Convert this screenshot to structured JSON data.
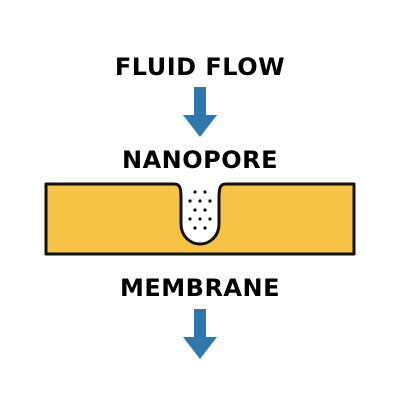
{
  "labels": {
    "fluid_flow": "FLUID FLOW",
    "nanopore": "NANOPORE",
    "membrane": "MEMBRANE"
  },
  "colors": {
    "text": "#111111",
    "arrow": "#2f77ad",
    "membrane_fill": "#f7c344",
    "outline": "#111111",
    "pore_fill": "#ffffff",
    "dots": "#111111"
  }
}
